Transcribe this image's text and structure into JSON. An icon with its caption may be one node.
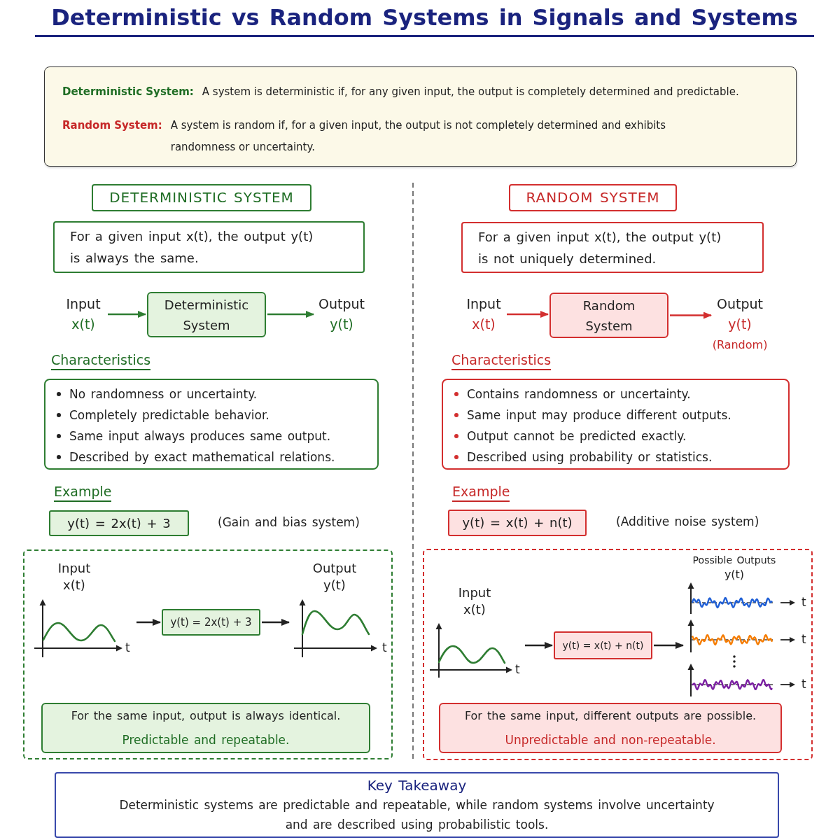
{
  "diagram": {
    "title": "Deterministic vs Random Systems in Signals and Systems",
    "nodes": [
      {
        "text": [
          "Deterministic System:",
          "A system is deterministic if, for any given input, the output is completely determined and predictable.",
          "Random System:",
          "A system is random if, for a given input, the output is not completely determined and exhibits randomness or uncertainty."
        ]
      },
      {
        "text": [
          "DETERMINISTIC SYSTEM"
        ]
      },
      {
        "text": [
          "For a given input x(t), the output y(t) is always the same."
        ]
      },
      {
        "text": [
          "Input",
          "x(t)"
        ]
      },
      {
        "text": [
          "Deterministic System"
        ]
      },
      {
        "text": [
          "Output",
          "y(t)"
        ]
      },
      {
        "text": [
          "Characteristics",
          "No randomness or uncertainty.",
          "Completely predictable behavior.",
          "Same input always produces same output.",
          "Described by exact mathematical relations."
        ]
      },
      {
        "text": [
          "Example",
          "y(t) = 2x(t) + 3"
        ],
        "beside": [
          "(Gain and bias system)"
        ]
      },
      {
        "text": [],
        "shape": "box"
      },
      {
        "text": [
          "Input",
          "x(t)",
          "t"
        ],
        "in": 8
      },
      {
        "text": [
          "y(t) = 2x(t) + 3"
        ],
        "in": 8
      },
      {
        "text": [
          "Output",
          "y(t)",
          "t"
        ],
        "in": 8
      },
      {
        "text": [
          "For the same input, output is always identical.",
          "Predictable and repeatable."
        ],
        "in": 8
      },
      {
        "text": [
          "RANDOM SYSTEM"
        ]
      },
      {
        "text": [
          "For a given input x(t), the output y(t) is not uniquely determined."
        ]
      },
      {
        "text": [
          "Input",
          "x(t)"
        ]
      },
      {
        "text": [
          "Random System"
        ]
      },
      {
        "text": [
          "Output",
          "y(t)",
          "(Random)"
        ]
      },
      {
        "text": [
          "Characteristics",
          "Contains randomness or uncertainty.",
          "Same input may produce different outputs.",
          "Output cannot be predicted exactly.",
          "Described using probability or statistics."
        ]
      },
      {
        "text": [
          "Example",
          "y(t) = x(t) + n(t)"
        ],
        "beside": [
          "(Additive noise system)"
        ]
      },
      {
        "text": [],
        "shape": "box"
      },
      {
        "text": [
          "Input",
          "x(t)",
          "t"
        ],
        "in": 20
      },
      {
        "text": [
          "y(t) = x(t) + n(t)"
        ],
        "in": 20
      },
      {
        "text": [
          "Possible Outputs",
          "y(t)",
          "t",
          "t",
          "t"
        ],
        "in": 20
      },
      {
        "text": [
          "For the same input, different outputs are possible.",
          "Unpredictable and non-repeatable."
        ],
        "in": 20
      },
      {
        "text": [
          "Key Takeaway",
          "Deterministic systems are predictable and repeatable, while random systems involve uncertainty and are described using probabilistic tools."
        ]
      }
    ],
    "edges": [
      {
        "from": 3,
        "to": 4,
        "arrow": "to",
        "color": "#2e7d32"
      },
      {
        "from": 4,
        "to": 5,
        "arrow": "to",
        "color": "#2e7d32"
      },
      {
        "from": 9,
        "to": 10,
        "arrow": "to"
      },
      {
        "from": 10,
        "to": 11,
        "arrow": "to"
      },
      {
        "from": 15,
        "to": 16,
        "arrow": "to",
        "color": "#d32f2f"
      },
      {
        "from": 16,
        "to": 17,
        "arrow": "to",
        "color": "#d32f2f"
      },
      {
        "from": 21,
        "to": 22,
        "arrow": "to"
      },
      {
        "from": 22,
        "to": 23,
        "arrow": "to"
      }
    ]
  }
}
